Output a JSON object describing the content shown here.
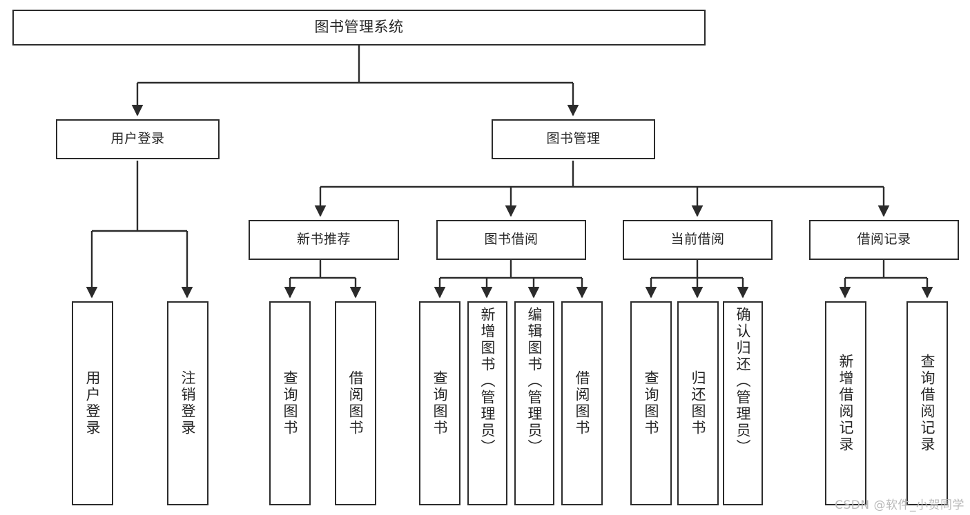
{
  "diagram": {
    "type": "tree",
    "title": "图书管理系统",
    "colors": {
      "stroke": "#2b2b2b",
      "box_fill": "#ffffff",
      "text": "#262626",
      "background": "#ffffff",
      "watermark": "#b9b9b9"
    },
    "watermark": "CSDN @软件_小贺同学",
    "root": {
      "label": "图书管理系统"
    },
    "level2": [
      {
        "id": "user-login",
        "label": "用户登录"
      },
      {
        "id": "book-manage",
        "label": "图书管理"
      }
    ],
    "level3": [
      {
        "id": "new-book-recommend",
        "label": "新书推荐",
        "parent": "book-manage"
      },
      {
        "id": "book-borrow",
        "label": "图书借阅",
        "parent": "book-manage"
      },
      {
        "id": "current-borrow",
        "label": "当前借阅",
        "parent": "book-manage"
      },
      {
        "id": "borrow-record",
        "label": "借阅记录",
        "parent": "book-manage"
      }
    ],
    "leaves": [
      {
        "id": "leaf-user-login",
        "label": "用户登录",
        "parent": "user-login"
      },
      {
        "id": "leaf-logout-login",
        "label": "注销登录",
        "parent": "user-login"
      },
      {
        "id": "leaf-query-book-1",
        "label": "查询图书",
        "parent": "new-book-recommend"
      },
      {
        "id": "leaf-borrow-book-1",
        "label": "借阅图书",
        "parent": "new-book-recommend"
      },
      {
        "id": "leaf-query-book-2",
        "label": "查询图书",
        "parent": "book-borrow"
      },
      {
        "id": "leaf-add-book",
        "label": "新增图书（管理员）",
        "parent": "book-borrow"
      },
      {
        "id": "leaf-edit-book",
        "label": "编辑图书（管理员）",
        "parent": "book-borrow"
      },
      {
        "id": "leaf-borrow-book-2",
        "label": "借阅图书",
        "parent": "book-borrow"
      },
      {
        "id": "leaf-query-book-3",
        "label": "查询图书",
        "parent": "current-borrow"
      },
      {
        "id": "leaf-return-book",
        "label": "归还图书",
        "parent": "current-borrow"
      },
      {
        "id": "leaf-confirm-return",
        "label": "确认归还（管理员）",
        "parent": "current-borrow"
      },
      {
        "id": "leaf-add-record",
        "label": "新增借阅记录",
        "parent": "borrow-record"
      },
      {
        "id": "leaf-query-record",
        "label": "查询借阅记录",
        "parent": "borrow-record"
      }
    ]
  }
}
